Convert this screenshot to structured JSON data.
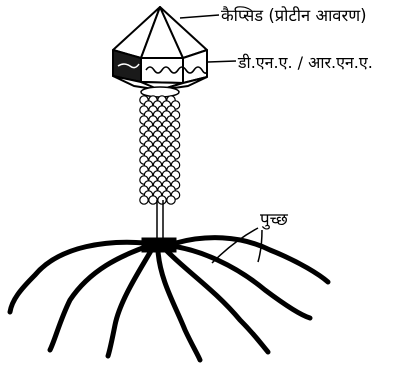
{
  "labels": {
    "capsid": "कैप्सिड (प्रोटीन आवरण)",
    "dna": "डी.एन.ए. / आर.एन.ए.",
    "tail": "पुच्छ"
  },
  "colors": {
    "ink": "#000000",
    "paper": "#ffffff",
    "shade": "#1a1a1a"
  }
}
